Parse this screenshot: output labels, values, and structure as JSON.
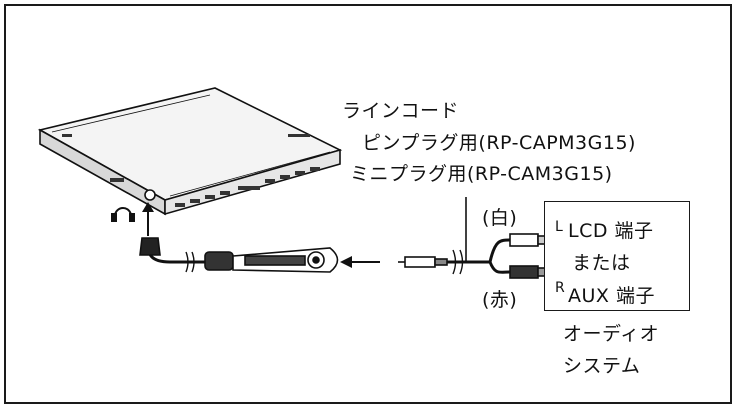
{
  "line_cord_title": "ラインコード",
  "pin_plug": "ピンプラグ用(RP-CAPM3G15)",
  "mini_plug": "ミニプラグ用(RP-CAM3G15)",
  "white_label": "(白)",
  "red_label": "(赤)",
  "lcd_terminal": "LCD 端子",
  "or_text": "または",
  "aux_terminal": "AUX 端子",
  "l_mark": "L",
  "r_mark": "R",
  "audio_system_line1": "オーディオ",
  "audio_system_line2": "システム",
  "headphone_icon": "headphone-jack-icon"
}
